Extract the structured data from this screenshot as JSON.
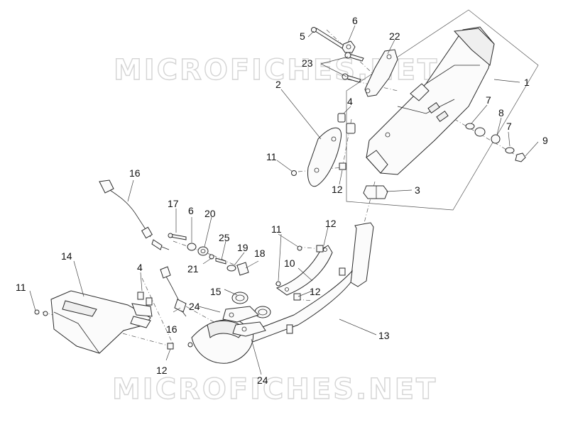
{
  "watermark": {
    "text": "MICROFICHES.NET",
    "color": "#d4d4d4"
  },
  "callouts": [
    {
      "id": "c1",
      "label": "1"
    },
    {
      "id": "c2",
      "label": "2"
    },
    {
      "id": "c3",
      "label": "3"
    },
    {
      "id": "c4a",
      "label": "4"
    },
    {
      "id": "c4b",
      "label": "4"
    },
    {
      "id": "c5",
      "label": "5"
    },
    {
      "id": "c6a",
      "label": "6"
    },
    {
      "id": "c6b",
      "label": "6"
    },
    {
      "id": "c7a",
      "label": "7"
    },
    {
      "id": "c7b",
      "label": "7"
    },
    {
      "id": "c8",
      "label": "8"
    },
    {
      "id": "c9",
      "label": "9"
    },
    {
      "id": "c10",
      "label": "10"
    },
    {
      "id": "c11a",
      "label": "11"
    },
    {
      "id": "c11b",
      "label": "11"
    },
    {
      "id": "c11c",
      "label": "11"
    },
    {
      "id": "c12a",
      "label": "12"
    },
    {
      "id": "c12b",
      "label": "12"
    },
    {
      "id": "c12c",
      "label": "12"
    },
    {
      "id": "c12d",
      "label": "12"
    },
    {
      "id": "c13",
      "label": "13"
    },
    {
      "id": "c14",
      "label": "14"
    },
    {
      "id": "c15",
      "label": "15"
    },
    {
      "id": "c16a",
      "label": "16"
    },
    {
      "id": "c16b",
      "label": "16"
    },
    {
      "id": "c17",
      "label": "17"
    },
    {
      "id": "c18",
      "label": "18"
    },
    {
      "id": "c19",
      "label": "19"
    },
    {
      "id": "c20",
      "label": "20"
    },
    {
      "id": "c21",
      "label": "21"
    },
    {
      "id": "c22",
      "label": "22"
    },
    {
      "id": "c23",
      "label": "23"
    },
    {
      "id": "c24a",
      "label": "24"
    },
    {
      "id": "c24b",
      "label": "24"
    },
    {
      "id": "c25",
      "label": "25"
    }
  ]
}
